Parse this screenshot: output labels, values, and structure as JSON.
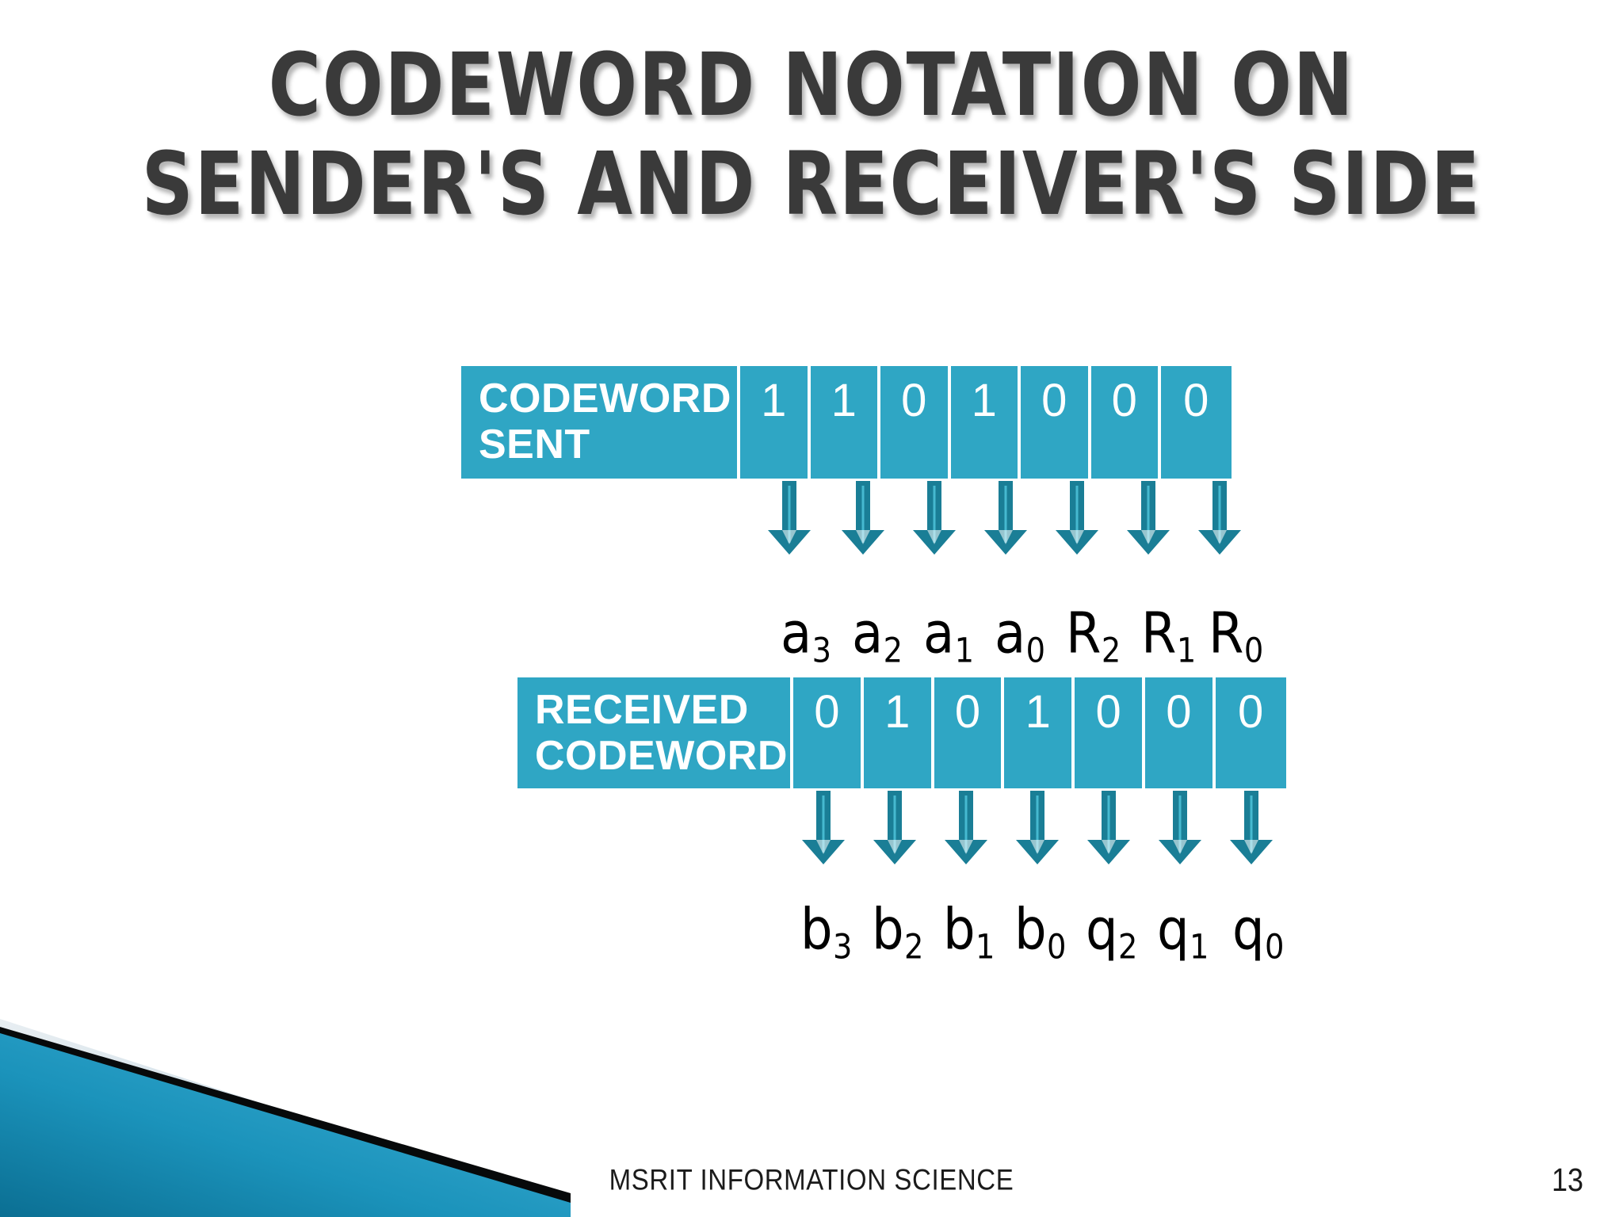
{
  "slide": {
    "title_lines": [
      "CODEWORD NOTATION ON",
      "SENDER'S AND RECEIVER'S SIDE"
    ],
    "page_number": "13",
    "footer": "MSRIT INFORMATION SCIENCE",
    "background_color": "#ffffff",
    "title_color": "#3a3a3a",
    "accent_color": "#2fa6c4",
    "arrow_color": "#1a7e96",
    "decor_dark_color": "#0d7a9e",
    "decor_light_color": "#3fa9d0"
  },
  "tables": [
    {
      "name": "codeword-sent",
      "label": "CODEWORD\nSENT",
      "bits": [
        "1",
        "1",
        "0",
        "1",
        "0",
        "0",
        "0"
      ]
    },
    {
      "name": "received-codeword",
      "label": "RECEIVED\nCODEWORD",
      "bits": [
        "0",
        "1",
        "0",
        "1",
        "0",
        "0",
        "0"
      ]
    }
  ],
  "bit_labels": {
    "sent": [
      {
        "base": "a",
        "sub": "3"
      },
      {
        "base": "a",
        "sub": "2"
      },
      {
        "base": "a",
        "sub": "1"
      },
      {
        "base": "a",
        "sub": "0"
      },
      {
        "base": "R",
        "sub": "2"
      },
      {
        "base": "R",
        "sub": "1"
      },
      {
        "base": "R",
        "sub": "0"
      }
    ],
    "received": [
      {
        "base": "b",
        "sub": "3"
      },
      {
        "base": "b",
        "sub": "2"
      },
      {
        "base": "b",
        "sub": "1"
      },
      {
        "base": "b",
        "sub": "0"
      },
      {
        "base": "q",
        "sub": "2"
      },
      {
        "base": "q",
        "sub": "1"
      },
      {
        "base": "q",
        "sub": "0"
      }
    ]
  },
  "arrows": {
    "icon": "arrow-down-icon",
    "count_top": 7,
    "count_bottom": 7
  },
  "layout": {
    "sent_label_positions_x": [
      985,
      1075,
      1165,
      1255,
      1345,
      1440,
      1525
    ],
    "received_label_positions_x": [
      1010,
      1100,
      1190,
      1280,
      1370,
      1460,
      1555
    ],
    "arrow_positions_top_x": [
      965,
      1058,
      1148,
      1238,
      1328,
      1418,
      1508
    ],
    "arrow_positions_bottom_x": [
      1008,
      1098,
      1188,
      1278,
      1368,
      1458,
      1548
    ]
  }
}
